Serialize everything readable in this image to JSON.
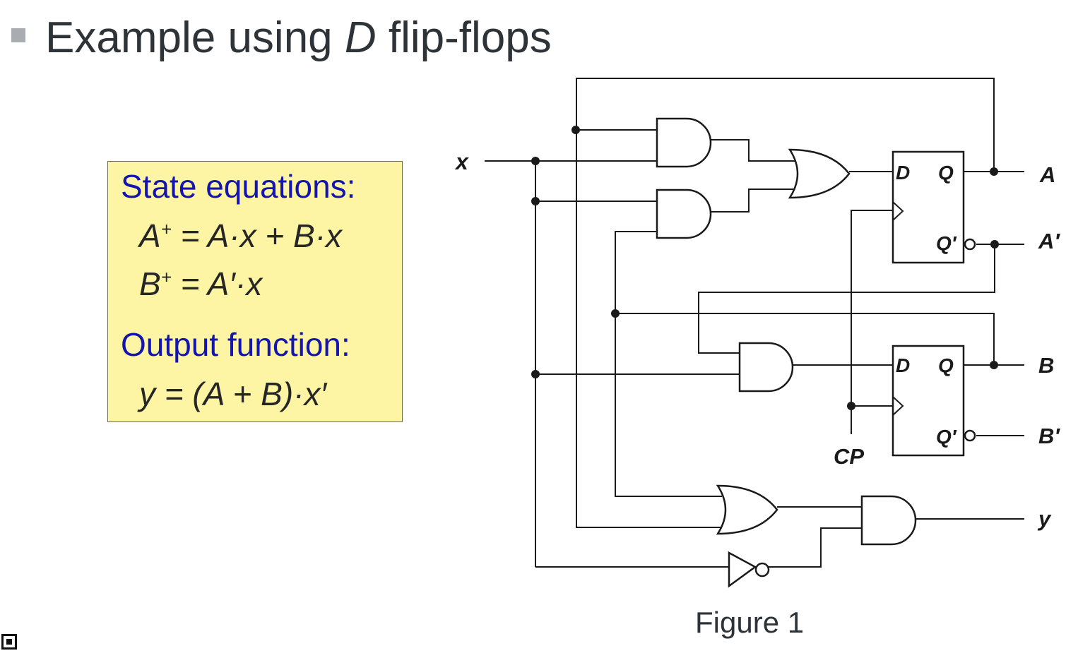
{
  "slide": {
    "title_prefix": "Example using ",
    "title_italic": "D",
    "title_suffix": " flip-flops"
  },
  "equations_box": {
    "state_header": "State equations:",
    "eq_a_lhs": "A",
    "eq_a_sup": "+",
    "eq_a_rhs": " = A·x + B·x",
    "eq_b_lhs": "B",
    "eq_b_sup": "+",
    "eq_b_rhs": " = A′·x",
    "output_header": "Output function:",
    "eq_y": "y = (A + B)·x′"
  },
  "diagram": {
    "input_x": "x",
    "clock": "CP",
    "ff_top": {
      "d": "D",
      "q": "Q",
      "qn": "Q′"
    },
    "ff_bottom": {
      "d": "D",
      "q": "Q",
      "qn": "Q′"
    },
    "outputs": {
      "a": "A",
      "a_not": "A′",
      "b": "B",
      "b_not": "B′",
      "y": "y"
    },
    "caption": "Figure 1"
  },
  "colors": {
    "title": "#2e3338",
    "box_fill": "#fdf5a3",
    "header_text": "#1414b0",
    "wire": "#1a1a1a"
  }
}
